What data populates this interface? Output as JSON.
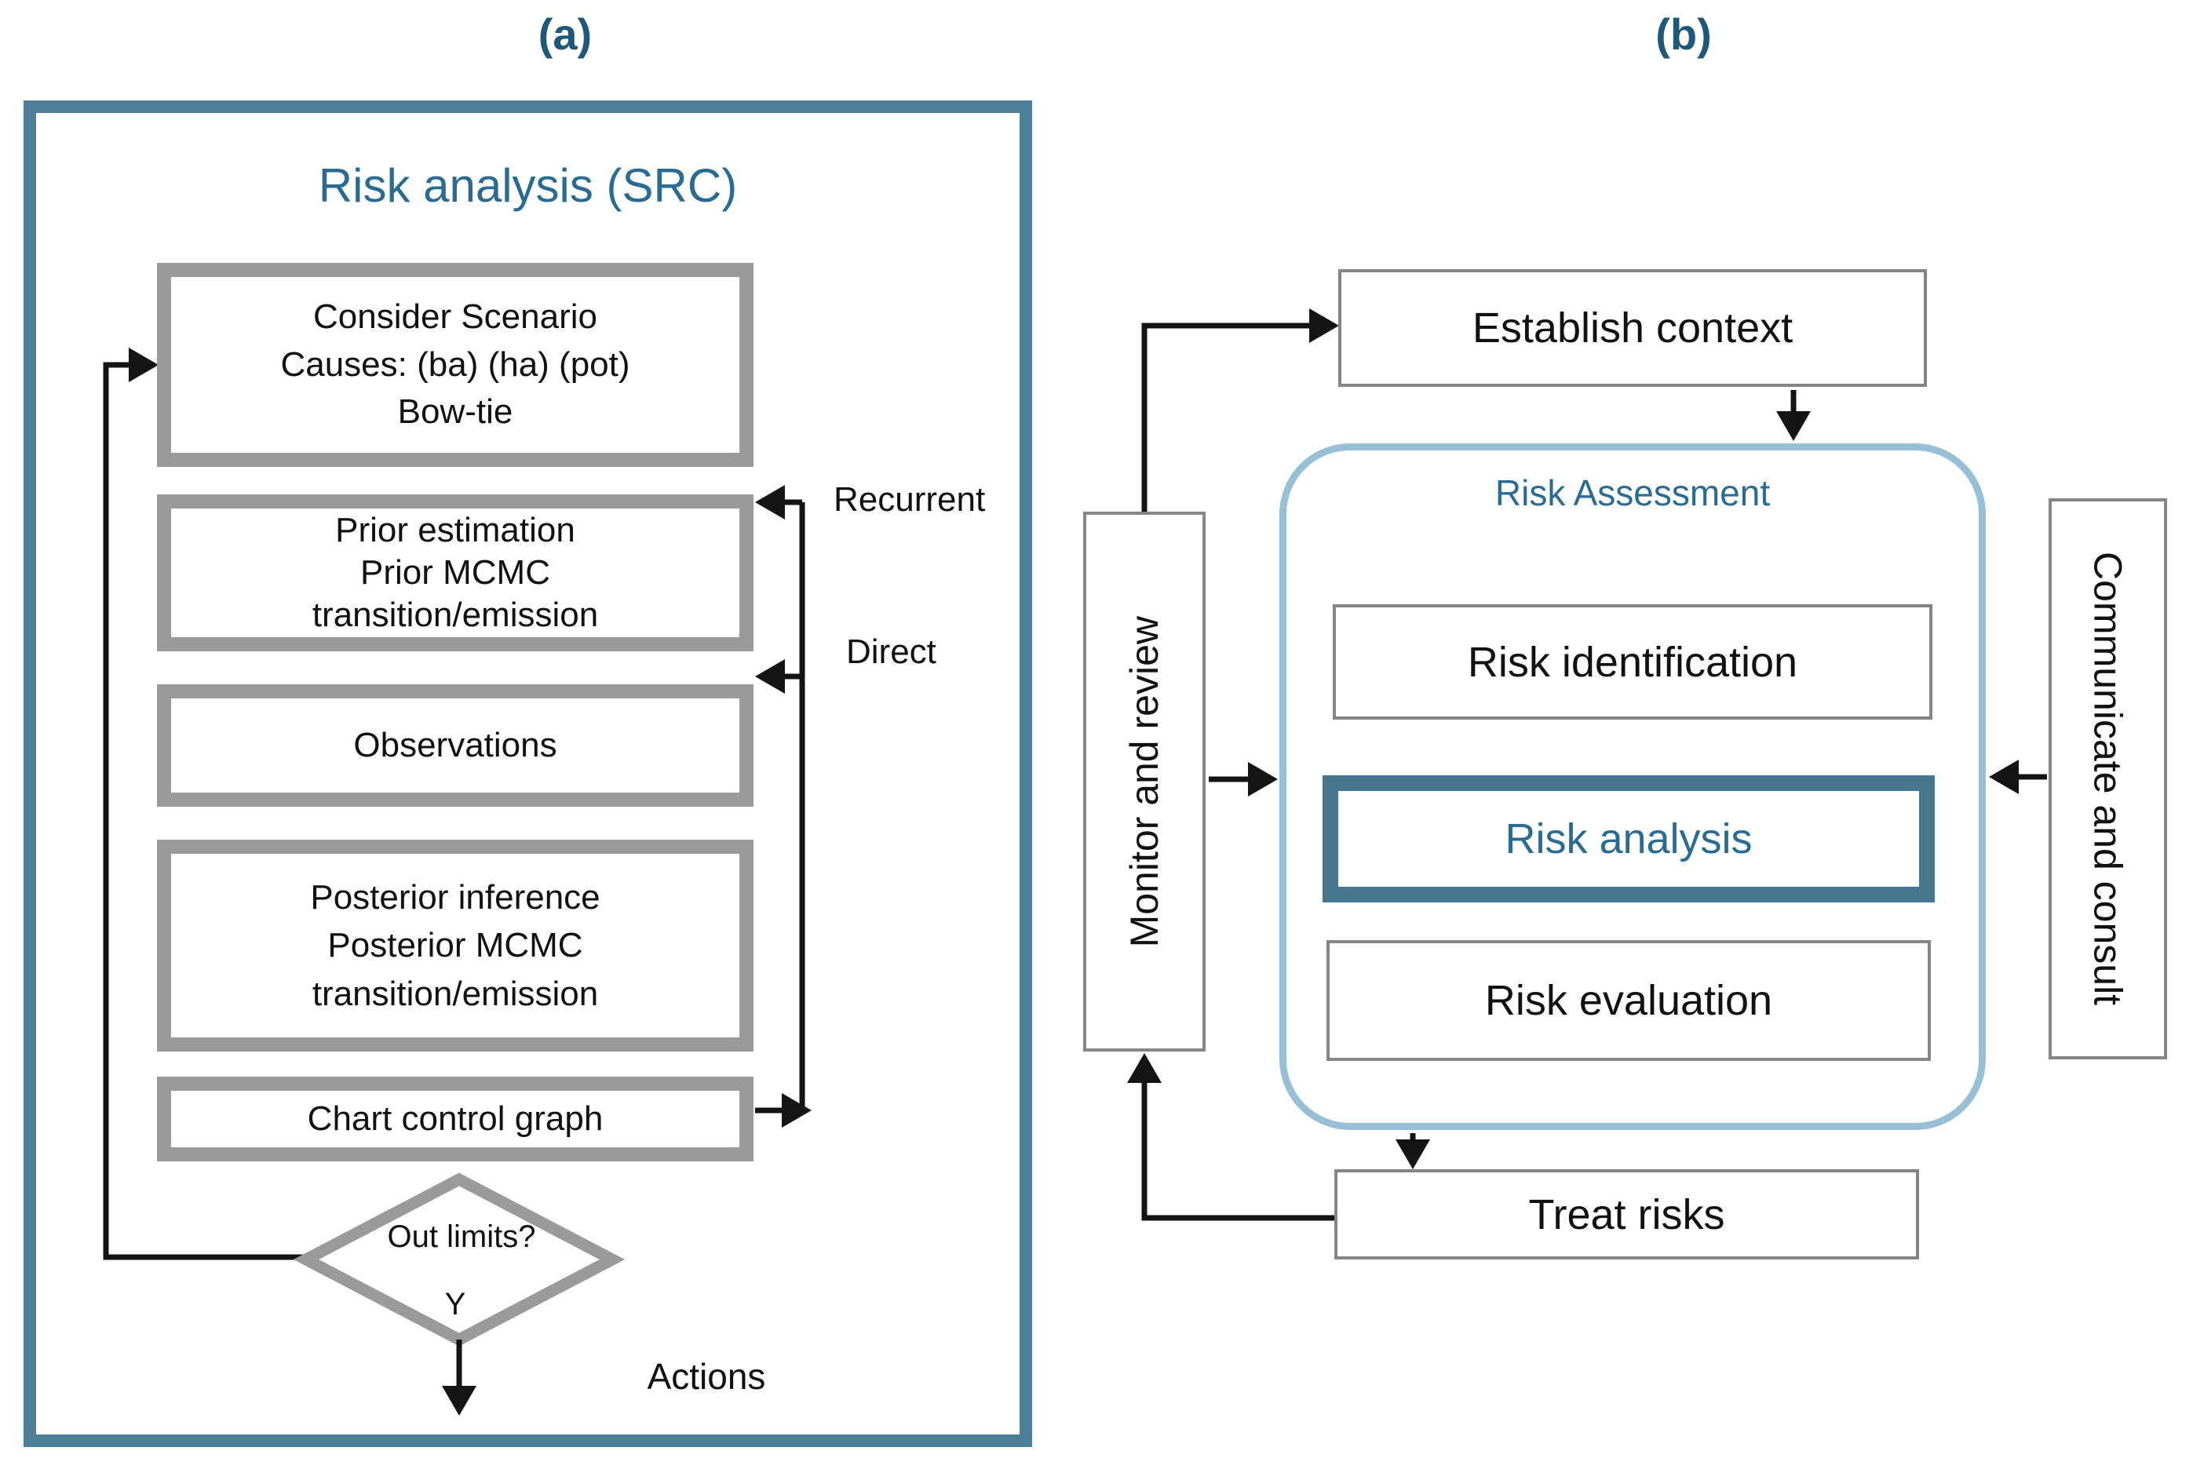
{
  "panel_a": {
    "label": "(a)",
    "title": "Risk analysis (SRC)",
    "boxes": {
      "consider": {
        "lines": [
          "Consider Scenario",
          "Causes: (ba) (ha) (pot)",
          "Bow-tie"
        ]
      },
      "prior": {
        "lines": [
          "Prior estimation",
          "Prior MCMC",
          "transition/emission"
        ]
      },
      "observations": {
        "lines": [
          "Observations"
        ]
      },
      "posterior": {
        "lines": [
          "Posterior inference",
          "Posterior MCMC",
          "transition/emission"
        ]
      },
      "chart": {
        "lines": [
          "Chart control graph"
        ]
      }
    },
    "decision": {
      "question": "Out limits?",
      "yes_label": "Y"
    },
    "labels": {
      "recurrent": "Recurrent",
      "direct": "Direct",
      "actions": "Actions"
    }
  },
  "panel_b": {
    "label": "(b)",
    "boxes": {
      "establish": "Establish context",
      "assessment_title": "Risk Assessment",
      "identification": "Risk identification",
      "analysis": "Risk analysis",
      "evaluation": "Risk evaluation",
      "treat": "Treat risks",
      "monitor": "Monitor and review",
      "communicate": "Communicate and consult"
    }
  },
  "colors": {
    "teal": "#4d7f99",
    "teal_dark": "#47768f",
    "gray_border": "#9a9a9a",
    "thin_border": "#858585",
    "light_blue": "#97bfd5",
    "steel_text": "#2a6b93",
    "panel_label": "#20587a",
    "line": "#141414"
  }
}
